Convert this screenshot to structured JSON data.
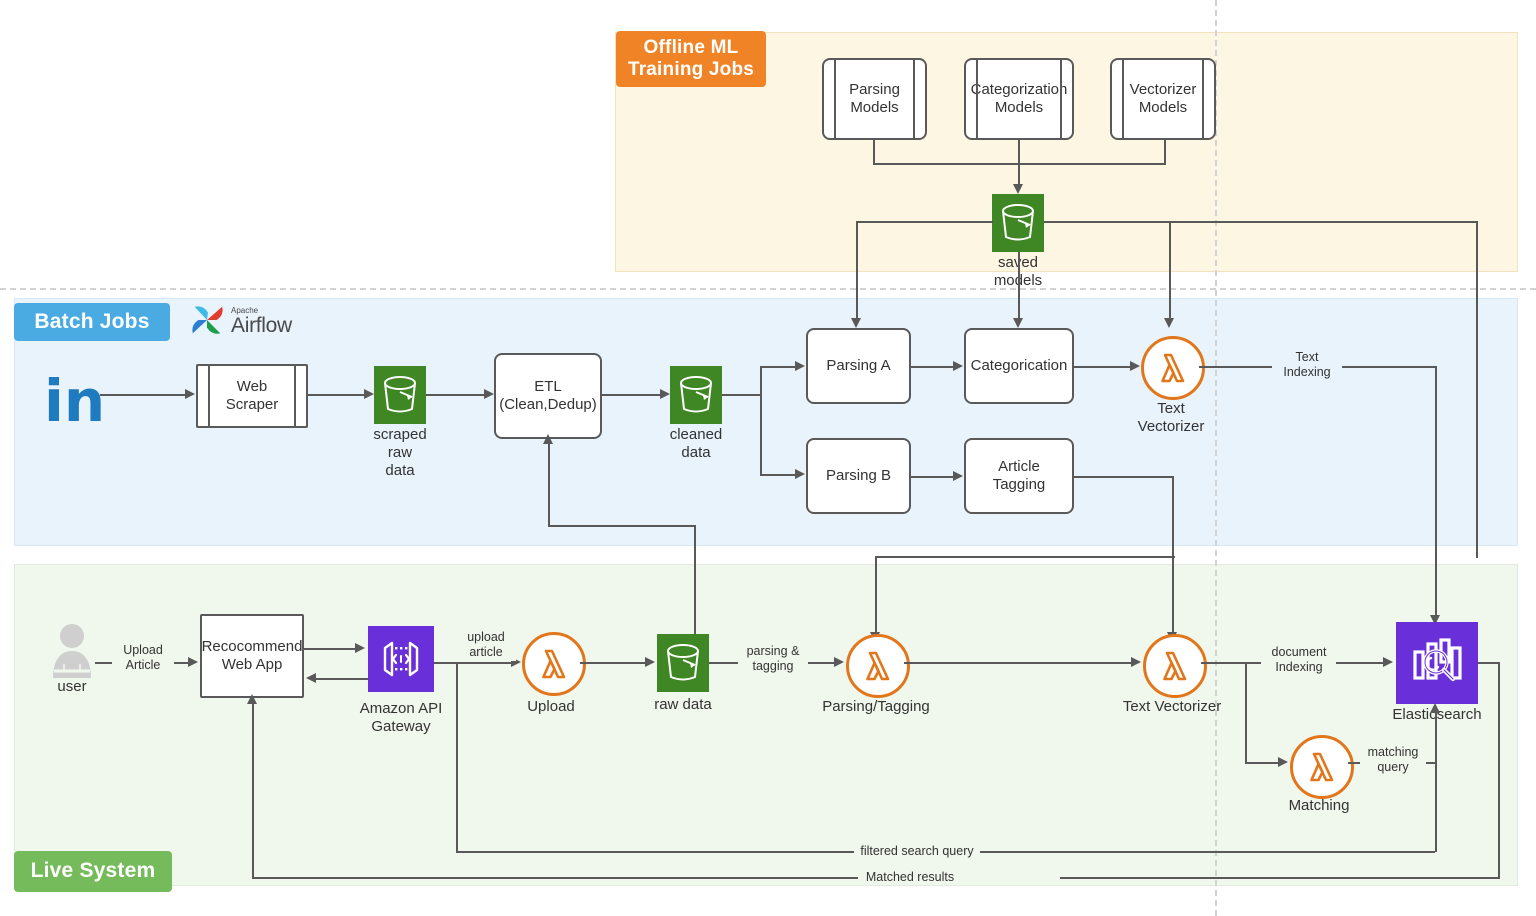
{
  "diagram": {
    "title": "ML Article Recommendation System Architecture",
    "colors": {
      "offline_ml_band": "#fdf6e3",
      "offline_ml_badge": "#ef8326",
      "batch_band": "#e8f3fc",
      "batch_badge": "#4aaae2",
      "live_band": "#f0f7ec",
      "live_badge": "#76bb5b",
      "s3_green": "#3f8624",
      "lambda_orange": "#e2761b",
      "aws_purple": "#6930d9",
      "linkedin_blue": "#1f7bbf",
      "connector_gray": "#595959"
    }
  },
  "bands": {
    "offline_ml": {
      "label": "Offline ML\nTraining Jobs",
      "line1": "Offline ML",
      "line2": "Training Jobs"
    },
    "batch": {
      "label": "Batch Jobs"
    },
    "live": {
      "label": "Live System"
    }
  },
  "logos": {
    "airflow": {
      "small": "Apache",
      "large": "Airflow"
    },
    "linkedin": {
      "mark": "in"
    }
  },
  "offline_ml_nodes": [
    {
      "id": "parsing-models",
      "label": "Parsing\nModels",
      "line1": "Parsing",
      "line2": "Models",
      "type": "predefined-process"
    },
    {
      "id": "categorization-models",
      "label": "Categorization\nModels",
      "line1": "Categorization",
      "line2": "Models",
      "type": "predefined-process"
    },
    {
      "id": "vectorizer-models",
      "label": "Vectorizer\nModels",
      "line1": "Vectorizer",
      "line2": "Models",
      "type": "predefined-process"
    },
    {
      "id": "saved-models",
      "caption_line1": "saved",
      "caption_line2": "models",
      "type": "s3-bucket"
    }
  ],
  "batch_nodes": [
    {
      "id": "web-scraper",
      "line1": "Web",
      "line2": "Scraper",
      "type": "predefined-process"
    },
    {
      "id": "scraped-raw-data",
      "caption_line1": "scraped",
      "caption_line2": "raw",
      "caption_line3": "data",
      "type": "s3-bucket"
    },
    {
      "id": "etl",
      "line1": "ETL",
      "line2": "(Clean,Dedup)",
      "type": "process"
    },
    {
      "id": "cleaned-data",
      "caption_line1": "cleaned",
      "caption_line2": "data",
      "type": "s3-bucket"
    },
    {
      "id": "parsing-a",
      "line1": "Parsing A",
      "type": "process"
    },
    {
      "id": "categorication",
      "line1": "Categorication",
      "type": "process"
    },
    {
      "id": "batch-text-vectorizer",
      "caption_line1": "Text",
      "caption_line2": "Vectorizer",
      "type": "lambda"
    },
    {
      "id": "parsing-b",
      "line1": "Parsing B",
      "type": "process"
    },
    {
      "id": "article-tagging",
      "line1": "Article",
      "line2": "Tagging",
      "type": "process"
    }
  ],
  "live_nodes": [
    {
      "id": "user",
      "caption": "user",
      "type": "actor"
    },
    {
      "id": "recocommend-web-app",
      "line1": "Recocommend",
      "line2": "Web App",
      "type": "process-square"
    },
    {
      "id": "amazon-api-gateway",
      "caption_line1": "Amazon API",
      "caption_line2": "Gateway",
      "type": "aws-tile"
    },
    {
      "id": "upload-lambda",
      "caption": "Upload",
      "type": "lambda"
    },
    {
      "id": "raw-data",
      "caption": "raw data",
      "type": "s3-bucket"
    },
    {
      "id": "parsing-tagging-lambda",
      "caption": "Parsing/Tagging",
      "type": "lambda"
    },
    {
      "id": "live-text-vectorizer",
      "caption": "Text Vectorizer",
      "type": "lambda"
    },
    {
      "id": "elasticsearch",
      "caption": "Elasticsearch",
      "type": "aws-tile"
    },
    {
      "id": "matching-lambda",
      "caption": "Matching",
      "type": "lambda"
    }
  ],
  "edge_labels": {
    "text_indexing_l1": "Text",
    "text_indexing_l2": "Indexing",
    "upload_article_l1": "Upload",
    "upload_article_l2": "Article",
    "upload_article2_l1": "upload",
    "upload_article2_l2": "article",
    "parsing_tagging_l1": "parsing &",
    "parsing_tagging_l2": "tagging",
    "document_indexing_l1": "document",
    "document_indexing_l2": "Indexing",
    "matching_query_l1": "matching",
    "matching_query_l2": "query",
    "filtered_search_query": "filtered search query",
    "matched_results": "Matched results"
  }
}
